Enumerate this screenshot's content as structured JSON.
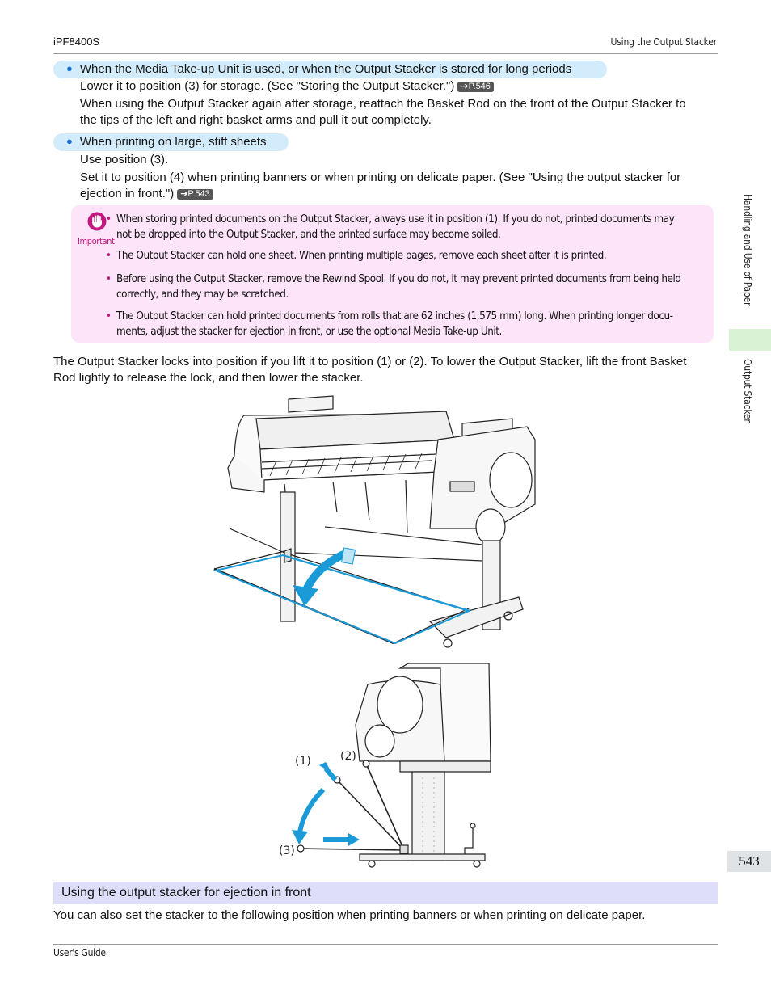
{
  "header": {
    "model": "iPF8400S",
    "section": "Using the Output Stacker"
  },
  "bullets": [
    {
      "title": "When the Media Take-up Unit is used, or when the Output Stacker is stored for long periods",
      "line1": "Lower it to position (3) for storage.  (See \"Storing the Output Stacker.\")",
      "ref1": "➔P.546",
      "line2a": "When using the Output Stacker again after storage, reattach the Basket Rod on the front of the Output Stacker to",
      "line2b": "the tips of the left and right basket arms and pull it out completely."
    },
    {
      "title": "When printing on large, stiff sheets",
      "line1": "Use position (3).",
      "line2a": "Set it to position (4) when printing banners or when printing on delicate paper.  (See \"Using the output stacker for",
      "line2b": "ejection in front.\")",
      "ref2": "➔P.543"
    }
  ],
  "important": {
    "label": "Important",
    "items": [
      {
        "l1": "When storing printed documents on the Output Stacker, always use it in position (1). If you do not, printed documents may",
        "l2": "not be dropped into the Output Stacker, and the printed surface may become soiled."
      },
      {
        "l1": "The Output Stacker can hold one sheet. When printing multiple pages, remove each sheet after it is printed.",
        "l2": ""
      },
      {
        "l1": "Before using the Output Stacker, remove the Rewind Spool. If you do not, it may prevent printed documents from being held",
        "l2": "correctly, and they may be scratched."
      },
      {
        "l1": "The Output Stacker can hold printed documents from rolls that are 62 inches (1,575 mm) long. When printing longer docu-",
        "l2": "ments, adjust the stacker for ejection in front, or use the optional Media Take-up Unit."
      }
    ]
  },
  "body": {
    "p1a": "The Output Stacker locks into position if you lift it to position (1) or (2). To lower the Output Stacker, lift the front Basket",
    "p1b": "Rod lightly to release the lock, and then lower the stacker."
  },
  "figure2": {
    "label1": "(1)",
    "label2": "(2)",
    "label3": "(3)"
  },
  "sidebar": {
    "chapter": "Handling and Use of Paper",
    "section": "Output Stacker"
  },
  "page_number": "543",
  "section_heading": "Using the output stacker for ejection in front",
  "section_text": "You can also set the stacker to the following position when printing banners or when printing on delicate paper.",
  "footer": "User's Guide",
  "colors": {
    "bullet_bg": "#d3ecfb",
    "important_bg": "#fde4f9",
    "accent_magenta": "#c2187f",
    "arrow_blue": "#1a9bd8",
    "section_bg": "#dedefa"
  }
}
